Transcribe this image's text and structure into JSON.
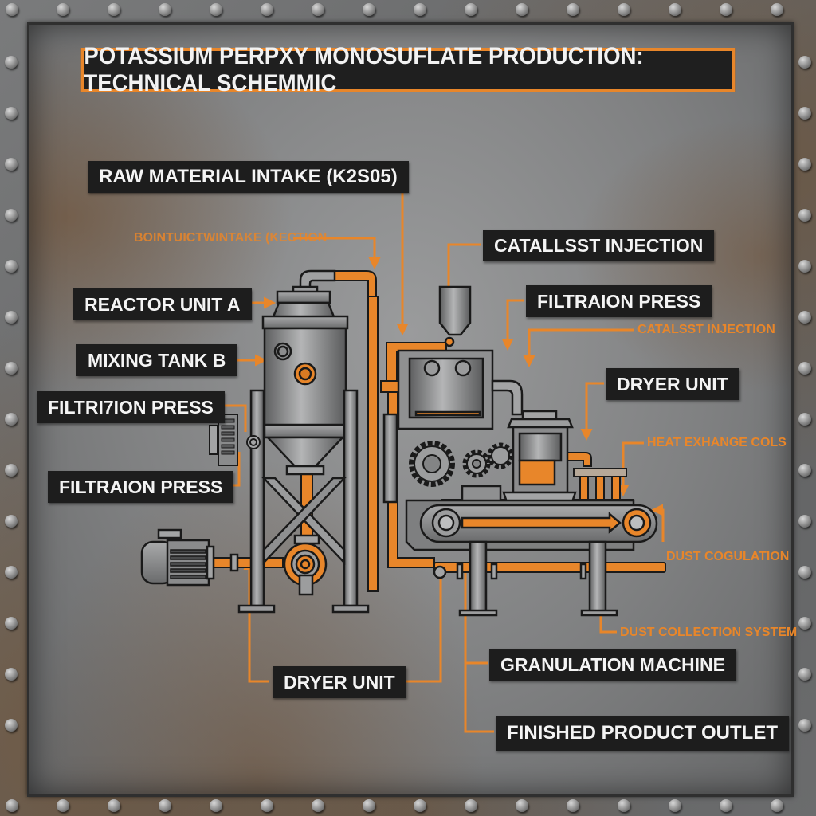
{
  "title": "POTASSIUM PERPXY MONOSUFLATE PRODUCTION: TECHNICAL SCHEMMIC",
  "labels": {
    "raw_material_intake": "RAW MATERIAL INTAKE (K2S05)",
    "sub_intake_injection": "BOINTUICTWINTAKE (KECTION",
    "catalyst_injection": "CATALLSST INJECTION",
    "reactor_unit_a": "REACTOR UNIT A",
    "filtraion_press_right": "FILTRAION PRESS",
    "catalsst_injection_sub": "CATALSST INJECTION",
    "mixing_tank_b": "MIXING TANK B",
    "dryer_unit_right": "DRYER UNIT",
    "filtrition_press_left": "FILTRI7ION PRESS",
    "heat_exchange_coils": "HEAT EXHANGE COLS",
    "filtraion_press_left_lower": "FILTRAION PRESS",
    "dust_cogulation": "DUST COGULATION",
    "dust_collection_system": "DUST COLLECTION SYSTEM",
    "granulation_machine": "GRANULATION MACHINE",
    "dryer_unit_bottom": "DRYER UNIT",
    "finished_product_outlet": "FINISHED PRODUCT OUTLET"
  },
  "colors": {
    "accent_orange": "#e8862a",
    "label_bg": "#1d1d1d",
    "label_text": "#f4f4f4",
    "metal_gray": "#8e8f90",
    "outline": "#1a1a1a"
  },
  "icons": {
    "rivets": "rivet-icon",
    "gears": "gear-icon",
    "motor": "motor-icon",
    "pump": "pump-icon",
    "conveyor_arrow": "arrow-right-icon"
  }
}
